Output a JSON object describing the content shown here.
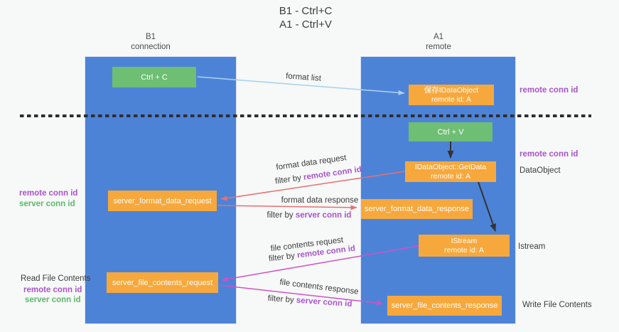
{
  "title": {
    "line1": "B1 - Ctrl+C",
    "line2": "A1 - Ctrl+V"
  },
  "lanes": {
    "left": {
      "name": "B1",
      "subtitle": "connection"
    },
    "right": {
      "name": "A1",
      "subtitle": "remote"
    }
  },
  "nodes": {
    "ctrl_c": {
      "label": "Ctrl + C"
    },
    "ctrl_v": {
      "label": "Ctrl + V"
    },
    "save_idataobject": {
      "line1": "保存IDataObject",
      "line2": "remote id: A"
    },
    "getdata": {
      "line1": "IDataObject::GetData",
      "line2": "remote id: A"
    },
    "istream": {
      "line1": "IStream",
      "line2": "remote id: A"
    },
    "format_request": {
      "label": "server_format_data_request"
    },
    "format_response": {
      "label": "server_format_data_response"
    },
    "file_request": {
      "label": "server_file_contents_request"
    },
    "file_response": {
      "label": "server_file_contents_response"
    }
  },
  "flow_labels": {
    "format_list": "format list",
    "format_data_request": "format data request",
    "format_data_response": "format data response",
    "file_contents_request": "file contents request",
    "file_contents_response": "file contents response",
    "filter_by": "filter by",
    "remote_conn_id": "remote conn id",
    "server_conn_id": "server conn id"
  },
  "side_labels": {
    "remote_conn_id": "remote conn id",
    "server_conn_id": "server conn id",
    "dataobject": "DataObject",
    "istream": "Istream",
    "read_file_contents": "Read File Contents",
    "write_file_contents": "Write File Contents"
  },
  "colors": {
    "lane_blue": "#4d83d7",
    "node_orange": "#f7a83c",
    "node_green": "#6ebe74",
    "conn_id_purple": "#a855cc",
    "conn_id_green": "#5cb96a",
    "arrow_red": "#e87070",
    "arrow_magenta": "#cf52c7",
    "arrow_blue": "#a9d2ef",
    "divider_black": "#2e2e2e"
  }
}
